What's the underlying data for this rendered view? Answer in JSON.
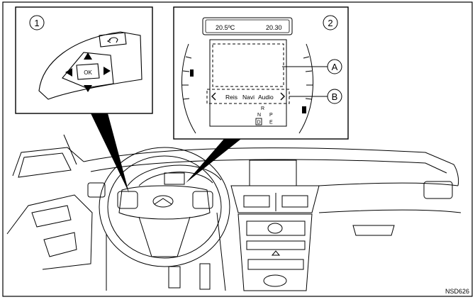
{
  "callouts": {
    "inset_one": "1",
    "inset_two": "2",
    "label_a": "A",
    "label_b": "B"
  },
  "switch": {
    "ok_label": "OK"
  },
  "meter": {
    "temperature": "20.5ºC",
    "clock": "20.30",
    "menu_items": [
      "Reis",
      "Navi",
      "Audio"
    ],
    "gear_r": "R",
    "gear_n": "N",
    "gear_p": "P",
    "gear_d": "D",
    "gear_e": "E"
  },
  "figure_code": "NSD626",
  "colors": {
    "line": "#000000",
    "background": "#ffffff"
  }
}
